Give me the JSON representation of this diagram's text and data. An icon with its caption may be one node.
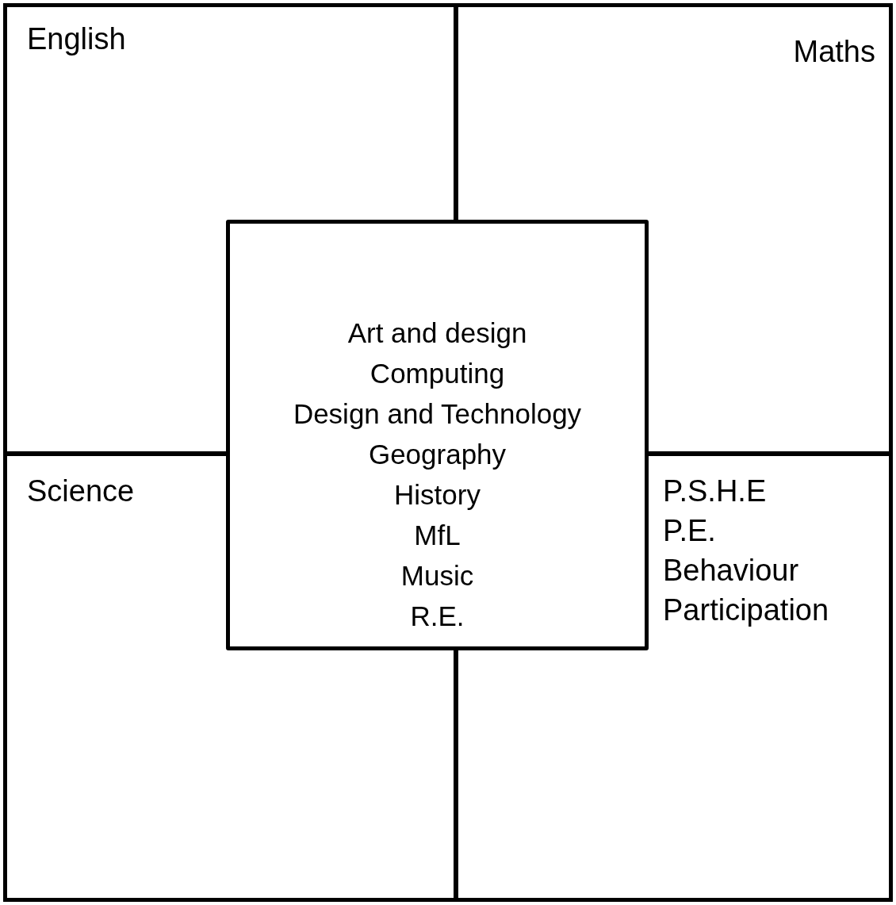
{
  "diagram": {
    "nodes": [
      {
        "text": [
          "English"
        ]
      },
      {
        "text": [
          "Maths"
        ]
      },
      {
        "text": [
          "Science"
        ]
      },
      {
        "text": [
          "P.S.H.E",
          "P.E.",
          "Behaviour",
          "Participation"
        ]
      },
      {
        "text": [
          "Art and design",
          "Computing",
          "Design and Technology",
          "Geography",
          "History",
          "MfL",
          "Music",
          "R.E."
        ]
      }
    ]
  }
}
